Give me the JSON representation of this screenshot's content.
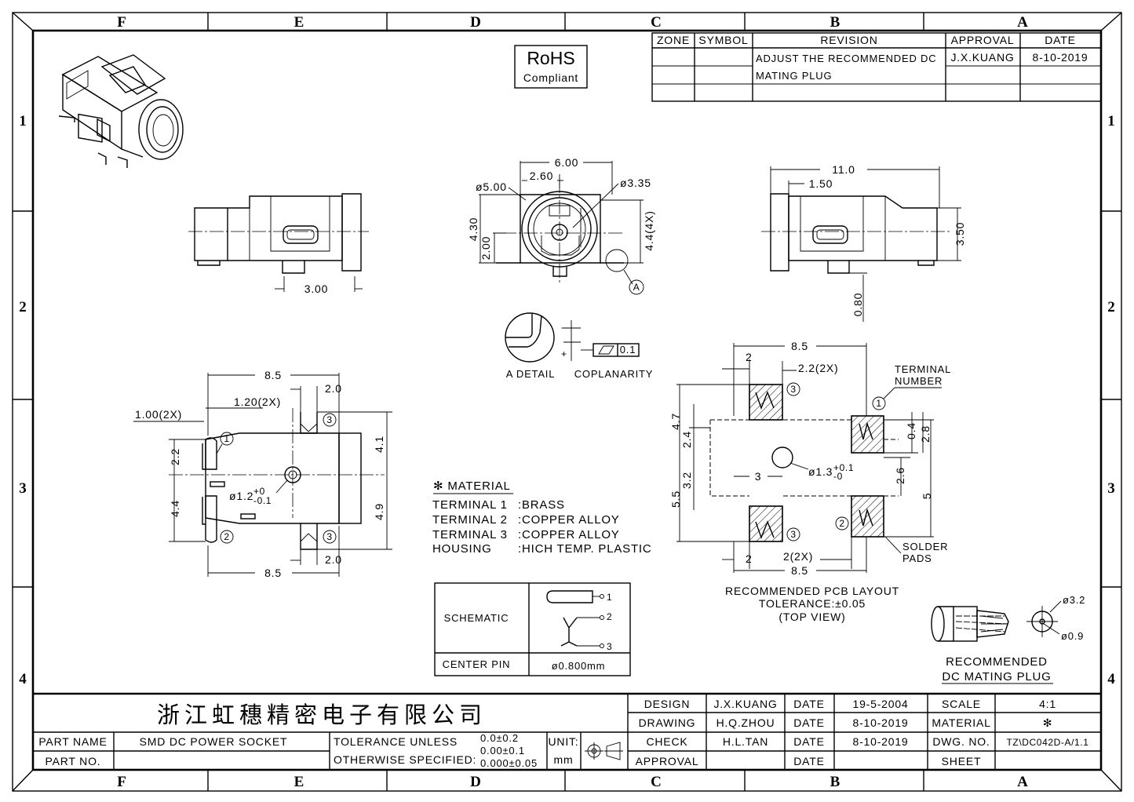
{
  "zones": {
    "columns": [
      "F",
      "E",
      "D",
      "C",
      "B",
      "A"
    ],
    "rows": [
      "1",
      "2",
      "3",
      "4"
    ]
  },
  "rohs": {
    "line1": "RoHS",
    "line2": "Compliant"
  },
  "revision_table": {
    "headers": [
      "ZONE",
      "SYMBOL",
      "REVISION",
      "APPROVAL",
      "DATE"
    ],
    "row": {
      "revision_line1": "ADJUST THE RECOMMENDED DC",
      "revision_line2": "MATING PLUG",
      "approval": "J.X.KUANG",
      "date": "8-10-2019"
    }
  },
  "front_view": {
    "dims": [
      "6.00",
      "2.60",
      "ø5.00",
      "ø3.35",
      "4.30",
      "2.00",
      "4.4(4X)"
    ],
    "detail_marker": "A"
  },
  "side_view_left": {
    "dims": [
      "3.00"
    ]
  },
  "side_view_right": {
    "dims": [
      "11.0",
      "1.50",
      "3.50",
      "0.80"
    ]
  },
  "detail": {
    "minus": "-",
    "plus": "+",
    "flatness_value": "0.1",
    "label_detail": "A DETAIL",
    "label_coplanarity": "COPLANARITY"
  },
  "bottom_view": {
    "dims": [
      "8.5",
      "2.0",
      "1.20(2X)",
      "1.00(2X)",
      "2.2",
      "4.4",
      "4.1",
      "4.9",
      "2.0",
      "8.5"
    ],
    "hole_dim": "ø1.2",
    "hole_tol_upper": "+0",
    "hole_tol_lower": "-0.1",
    "terminals": [
      "1",
      "2",
      "3",
      "3"
    ]
  },
  "material": {
    "title": "✻ MATERIAL",
    "rows": [
      {
        "name": "TERMINAL 1",
        "value": ":BRASS"
      },
      {
        "name": "TERMINAL 2",
        "value": ":COPPER ALLOY"
      },
      {
        "name": "TERMINAL 3",
        "value": ":COPPER ALLOY"
      },
      {
        "name": "HOUSING",
        "value": ":HICH TEMP. PLASTIC"
      }
    ]
  },
  "pcb_layout": {
    "dims": [
      "8.5",
      "2",
      "2.2(2X)",
      "4.7",
      "2.4",
      "3.2",
      "5.5",
      "3",
      "2.6",
      "5",
      "0.4",
      "2.8",
      "2",
      "2(2X)",
      "8.5"
    ],
    "hole_dim": "ø1.3",
    "hole_tol_upper": "+0.1",
    "hole_tol_lower": "-0",
    "terminal_number_label": [
      "TERMINAL",
      "NUMBER"
    ],
    "solder_pads_label": [
      "SOLDER",
      "PADS"
    ],
    "terminals": [
      "1",
      "2",
      "3",
      "3"
    ],
    "caption": [
      "RECOMMENDED PCB LAYOUT",
      "TOLERANCE:±0.05",
      "(TOP VIEW)"
    ]
  },
  "schematic": {
    "label": "SCHEMATIC",
    "pins": [
      "1",
      "2",
      "3"
    ],
    "center_pin_label": "CENTER PIN",
    "center_pin_value": "ø0.800mm"
  },
  "mating_plug": {
    "dims": [
      "ø3.2",
      "ø0.9"
    ],
    "caption": [
      "RECOMMENDED",
      "DC MATING PLUG"
    ]
  },
  "title_block": {
    "company": "浙江虹穗精密电子有限公司",
    "part_name_label": "PART NAME",
    "part_name": "SMD DC POWER SOCKET",
    "part_no_label": "PART NO.",
    "part_no": "",
    "tolerance_label_1": "TOLERANCE UNLESS",
    "tolerance_label_2": "OTHERWISE SPECIFIED:",
    "tolerance_values": [
      "0.0±0.2",
      "0.00±0.1",
      "0.000±0.05"
    ],
    "unit_label": "UNIT:",
    "unit_value": "mm",
    "rows": [
      {
        "label": "DESIGN",
        "name": "J.X.KUANG",
        "date_label": "DATE",
        "date": "19-5-2004",
        "key": "SCALE",
        "value": "4:1"
      },
      {
        "label": "DRAWING",
        "name": "H.Q.ZHOU",
        "date_label": "DATE",
        "date": "8-10-2019",
        "key": "MATERIAL",
        "value": "✻"
      },
      {
        "label": "CHECK",
        "name": "H.L.TAN",
        "date_label": "DATE",
        "date": "8-10-2019",
        "key": "DWG. NO.",
        "value": "TZ\\DC042D-A/1.1"
      },
      {
        "label": "APPROVAL",
        "name": "",
        "date_label": "DATE",
        "date": "",
        "key": "SHEET",
        "value": ""
      }
    ]
  }
}
